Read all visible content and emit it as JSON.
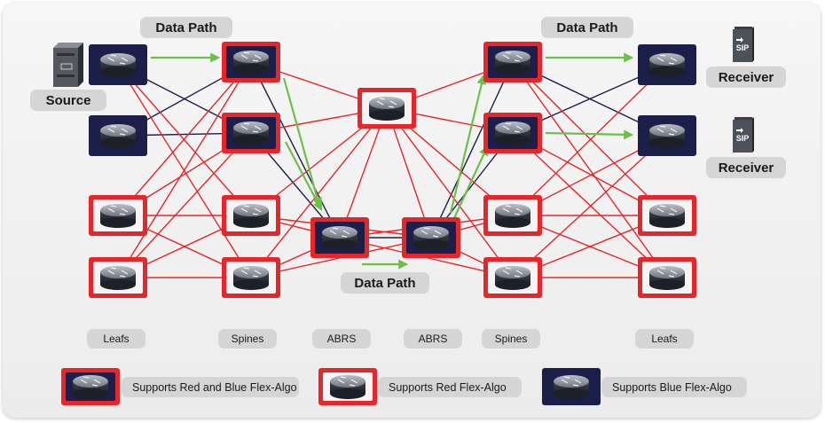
{
  "labels": {
    "data_path_left": "Data Path",
    "data_path_right": "Data Path",
    "data_path_bottom": "Data Path",
    "source": "Source",
    "receiver_top": "Receiver",
    "receiver_bottom": "Receiver"
  },
  "columns": {
    "leafs_left": "Leafs",
    "spines_left": "Spines",
    "abrs_left": "ABRS",
    "abrs_right": "ABRS",
    "spines_right": "Spines",
    "leafs_right": "Leafs"
  },
  "legend": {
    "red_blue": "Supports Red and Blue Flex-Algo",
    "red": "Supports Red Flex-Algo",
    "blue": "Supports Blue Flex-Algo"
  },
  "icons": {
    "router": "router-icon",
    "server": "server-icon",
    "sip_phone": "sip-icon"
  },
  "colors": {
    "red": "#e5262b",
    "navy": "#1c1f4a",
    "green": "#6cc04a",
    "pill": "#d5d5d5"
  }
}
